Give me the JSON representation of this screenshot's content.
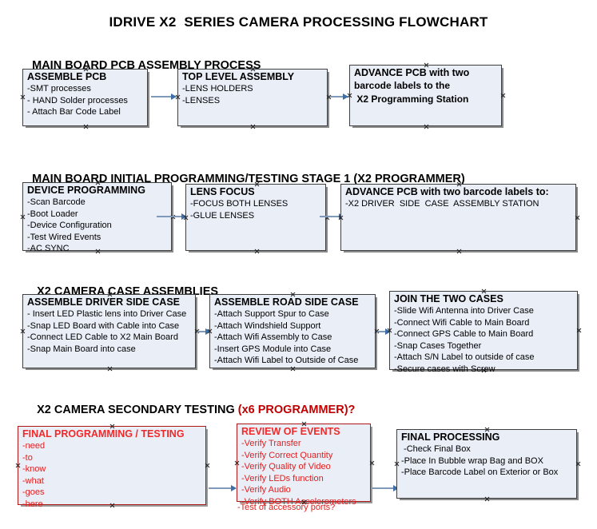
{
  "title": "IDRIVE X2  SERIES CAMERA PROCESSING FLOWCHART",
  "colors": {
    "node_fill": "#e9eef7",
    "node_border": "#3f3f3f",
    "connector": "#7f99bb",
    "accent_red": "#c00000"
  },
  "sections": [
    {
      "id": "main-board-pcb-assembly",
      "heading": "MAIN BOARD PCB ASSEMBLY PROCESS",
      "heading_red": "",
      "nodes": [
        {
          "id": "assemble-pcb",
          "title": "ASSEMBLE PCB",
          "lines": [
            "-SMT processes",
            "- HAND Solder processes",
            "- Attach Bar Code Label"
          ]
        },
        {
          "id": "top-level-assembly",
          "title": "TOP LEVEL ASSEMBLY",
          "lines": [
            "-LENS HOLDERS",
            "-LENSES"
          ]
        },
        {
          "id": "advance-pcb-x2-programming-station",
          "title": "ADVANCE PCB with two",
          "lines": [
            "barcode labels to the",
            " X2 Programming Station"
          ]
        }
      ]
    },
    {
      "id": "main-board-initial-programming",
      "heading": "MAIN BOARD INITIAL PROGRAMMING/TESTING STAGE 1 (X2 PROGRAMMER)",
      "heading_red": "",
      "nodes": [
        {
          "id": "device-programming",
          "title": "DEVICE PROGRAMMING",
          "lines": [
            "-Scan Barcode",
            "-Boot Loader",
            "-Device Configuration",
            "-Test Wired Events",
            "-AC SYNC"
          ]
        },
        {
          "id": "lens-focus",
          "title": "LENS FOCUS",
          "lines": [
            "-FOCUS BOTH LENSES",
            "-GLUE LENSES"
          ]
        },
        {
          "id": "advance-pcb-driver-side-case",
          "title": "ADVANCE PCB with two barcode labels to:",
          "lines": [
            "-X2 DRIVER  SIDE  CASE  ASSEMBLY STATION"
          ]
        }
      ]
    },
    {
      "id": "x2-camera-case-assemblies",
      "heading": "X2 CAMERA CASE ASSEMBLIES",
      "heading_red": "",
      "nodes": [
        {
          "id": "assemble-driver-side-case",
          "title": "ASSEMBLE DRIVER SIDE CASE",
          "lines": [
            "- Insert LED Plastic lens into Driver Case",
            "-Snap LED Board with Cable into Case",
            "-Connect LED Cable to X2 Main Board",
            "-Snap Main Board into case"
          ]
        },
        {
          "id": "assemble-road-side-case",
          "title": "ASSEMBLE ROAD SIDE CASE",
          "lines": [
            "-Attach Support Spur to Case",
            "-Attach Windshield Support",
            "-Attach Wifi Assembly to Case",
            "-Insert GPS Module into Case",
            "-Attach Wifi Label to Outside of Case"
          ]
        },
        {
          "id": "join-the-two-cases",
          "title": "JOIN THE TWO CASES",
          "lines": [
            "-Slide Wifi Antenna into Driver Case",
            "-Connect Wifi Cable to Main Board",
            "-Connect GPS Cable to Main Board",
            "-Snap Cases Together",
            "-Attach S/N Label to outside of case",
            "-Secure cases with Screw"
          ]
        }
      ]
    },
    {
      "id": "x2-camera-secondary-testing",
      "heading": "X2 CAMERA SECONDARY TESTING ",
      "heading_red": "(x6 PROGRAMMER)?",
      "nodes": [
        {
          "id": "final-programming-testing",
          "title": "FINAL PROGRAMMING / TESTING",
          "lines": [
            "-need",
            "-to",
            "-know",
            "-what",
            "-goes",
            "-here"
          ]
        },
        {
          "id": "review-of-events",
          "title": "REVIEW OF EVENTS",
          "lines": [
            "-Verify Transfer",
            "-Verify Correct Quantity",
            "-Verify Quality of Video",
            "-Verify LEDs function",
            "-Verify Audio",
            "-Verify BOTH Accelerometers"
          ],
          "overflow_line": "-Test of accessory ports?"
        },
        {
          "id": "final-processing",
          "title": "FINAL PROCESSING",
          "lines": [
            " -Check Final Box",
            "-Place In Bubble wrap Bag and BOX",
            "-Place Barcode Label on Exterior or Box"
          ]
        }
      ]
    }
  ]
}
